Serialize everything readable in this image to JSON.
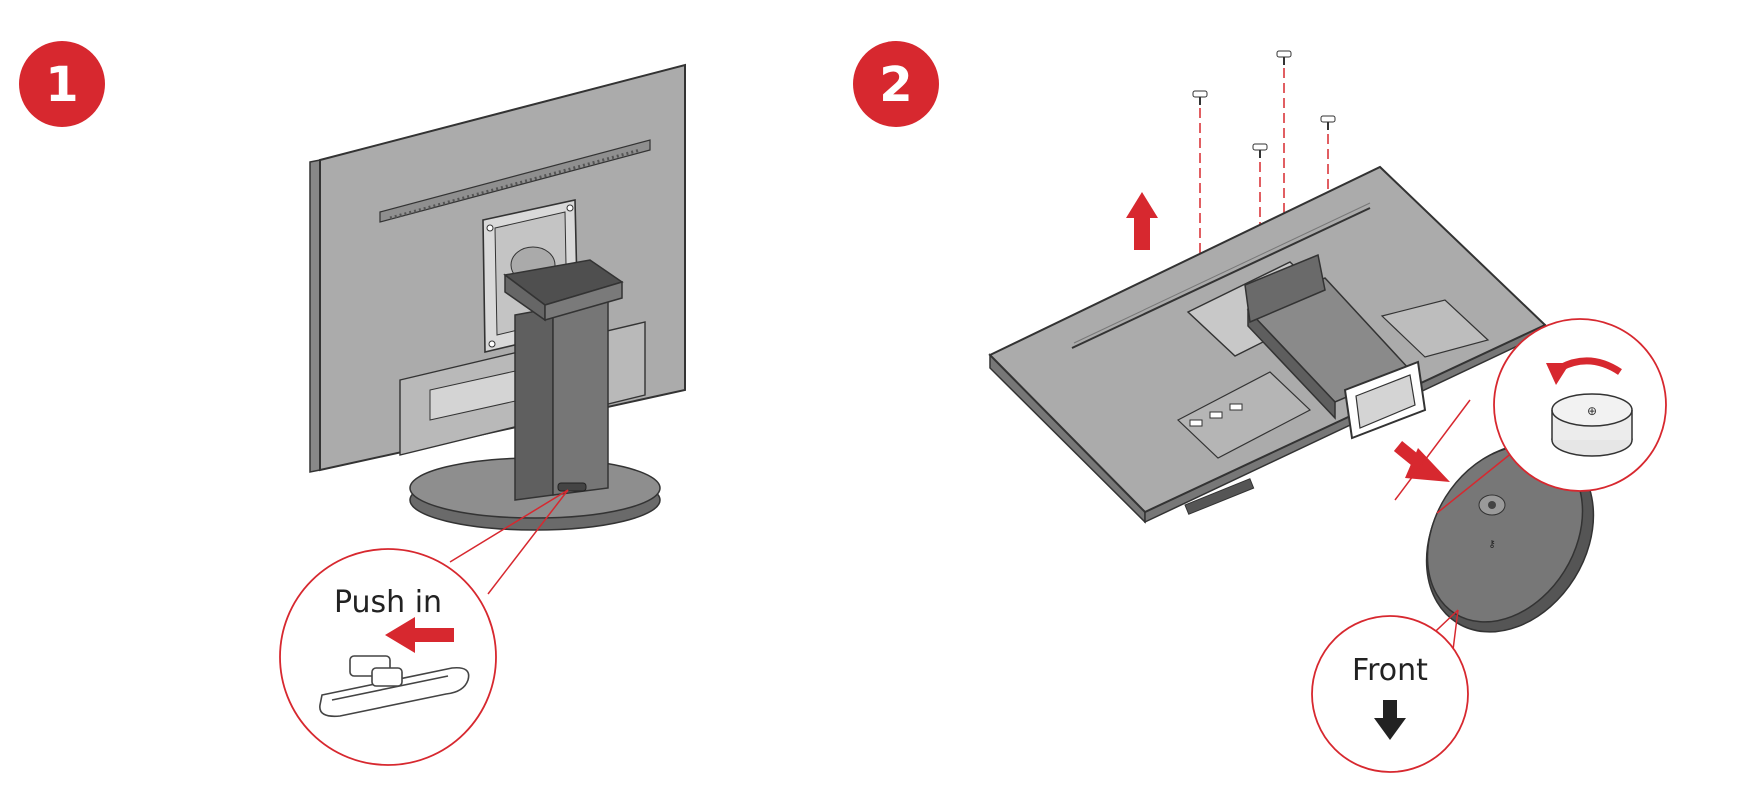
{
  "steps": [
    {
      "number": "1",
      "callout_label": "Push in"
    },
    {
      "number": "2",
      "callout_label": "Front"
    }
  ],
  "colors": {
    "accent_red": "#d7282f",
    "monitor_gray": "#aaaaaa",
    "stand_dark": "#6e6e6e",
    "outline": "#333333"
  },
  "icons": [
    "arrow-left-icon",
    "arrow-up-icon",
    "arrow-down-right-icon",
    "arrow-down-icon",
    "rotate-arrow-icon",
    "screw-icon"
  ]
}
